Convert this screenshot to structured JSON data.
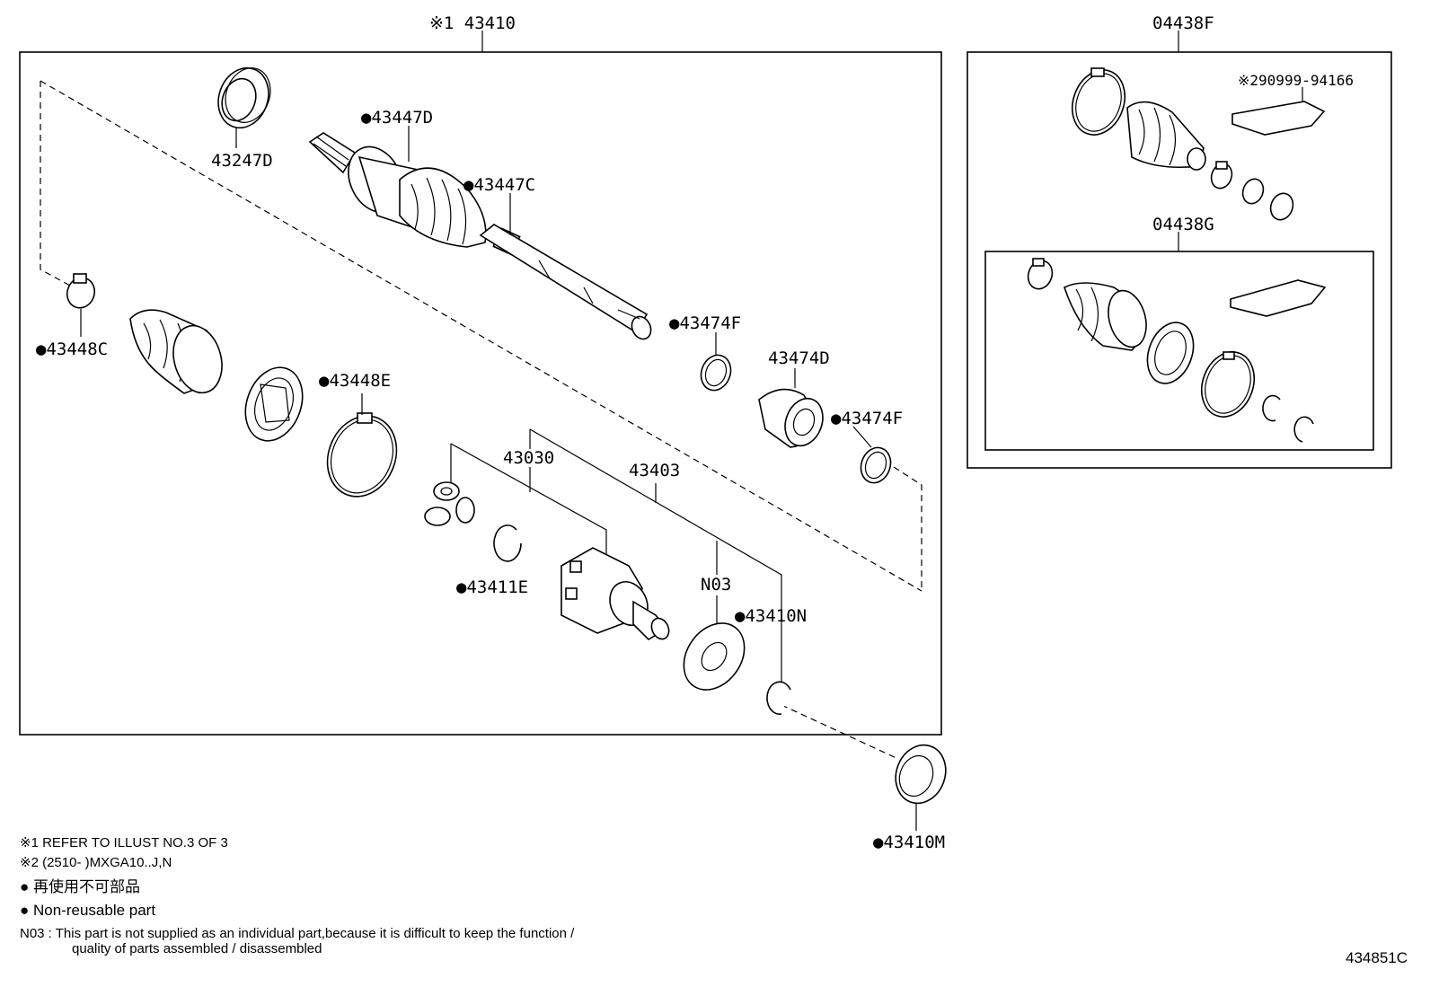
{
  "labels": {
    "main_assembly": "※1 43410",
    "kit_f": "04438F",
    "kit_g": "04438G",
    "grease": "※290999-94166",
    "p43247D": "43247D",
    "p43447D": "●43447D",
    "p43447C": "●43447C",
    "p43474F_a": "●43474F",
    "p43474D": "43474D",
    "p43474F_b": "●43474F",
    "p43448C": "●43448C",
    "p43448E": "●43448E",
    "p43030": "43030",
    "p43403": "43403",
    "p43411E": "●43411E",
    "pN03": "N03",
    "p43410N": "●43410N",
    "p43410M": "●43410M"
  },
  "notes": {
    "note1": "※1 REFER TO ILLUST NO.3 OF 3",
    "note2": "※2 (2510-        )MXGA10..J,N",
    "jp": "● 再使用不可部品",
    "en": "● Non-reusable part",
    "n03_line1": "N03  :  This part is not supplied as an individual part,because it is difficult to keep the function /",
    "n03_line2": "quality of parts assembled / disassembled"
  },
  "illustration_id": "434851C"
}
